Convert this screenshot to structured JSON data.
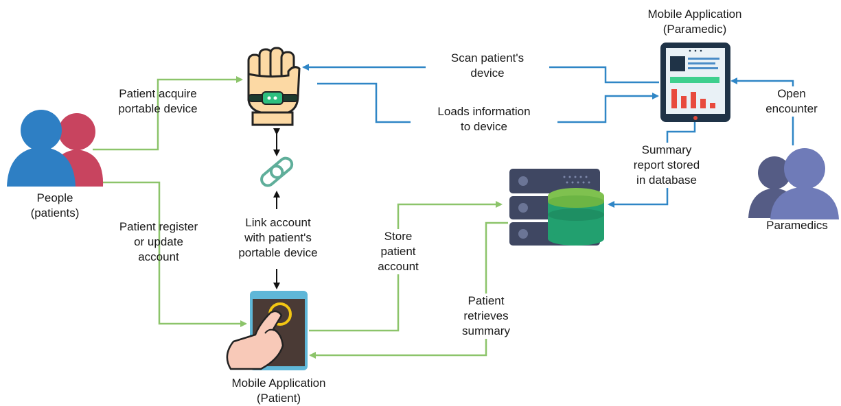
{
  "nodes": {
    "people": "People\n(patients)",
    "paramedics": "Paramedics",
    "app_paramedic": "Mobile Application\n(Paramedic)",
    "app_patient": "Mobile Application\n(Patient)"
  },
  "edges": {
    "acquire": "Patient acquire\nportable device",
    "register": "Patient register\nor update\naccount",
    "link": "Link account\nwith patient's\nportable device",
    "scan": "Scan patient's\ndevice",
    "loads": "Loads information\nto device",
    "open": "Open\nencounter",
    "summary_stored": "Summary\nreport stored\nin database",
    "store": "Store\npatient\naccount",
    "retrieves": "Patient\nretrieves\nsummary"
  },
  "colors": {
    "green_flow": "#8cc46a",
    "blue_flow": "#2f86c6",
    "black_flow": "#111111",
    "patient_blue": "#2e7fc4",
    "patient_red": "#c8445f",
    "paramedic_purple": "#6f7bb8",
    "paramedic_dark": "#555c85",
    "tablet_dark": "#1f3347",
    "server_dark": "#3f4762",
    "db_green": "#22a06f",
    "db_light": "#7fc14f",
    "hand_skin": "#fcd9a4",
    "phone_dark": "#4a3a35",
    "phone_accent": "#f3c613"
  },
  "icons": {
    "people": "people-icon",
    "paramedics": "paramedics-icon",
    "wearable": "wearable-hand-icon",
    "link": "chain-link-icon",
    "tablet": "tablet-icon",
    "database": "database-server-icon",
    "phone": "phone-touch-icon"
  }
}
